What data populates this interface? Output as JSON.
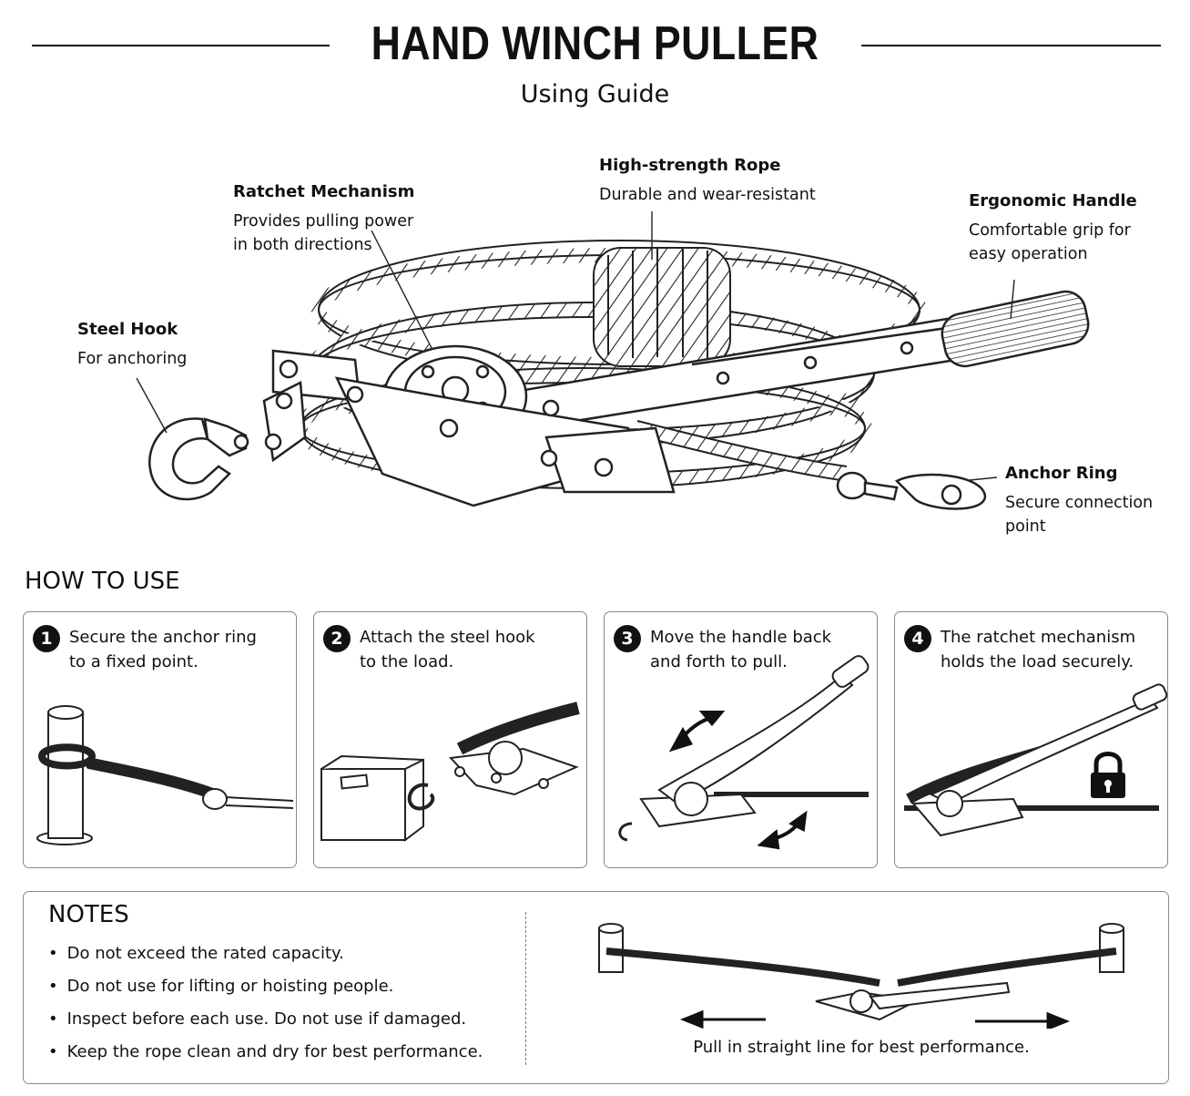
{
  "header": {
    "title": "HAND WINCH PULLER",
    "subtitle": "Using Guide"
  },
  "callouts": {
    "ratchet": {
      "title": "Ratchet Mechanism",
      "desc": "Provides pulling power\nin both directions"
    },
    "rope": {
      "title": "High-strength Rope",
      "desc": "Durable and wear-resistant"
    },
    "handle": {
      "title": "Ergonomic Handle",
      "desc": "Comfortable grip for\neasy operation"
    },
    "hook": {
      "title": "Steel Hook",
      "desc": "For anchoring"
    },
    "anchor": {
      "title": "Anchor Ring",
      "desc": "Secure connection\npoint"
    }
  },
  "how_to_use": {
    "heading": "HOW TO USE",
    "steps": [
      {
        "number": "1",
        "text": "Secure the anchor ring\nto a fixed point."
      },
      {
        "number": "2",
        "text": "Attach the steel hook\nto the load."
      },
      {
        "number": "3",
        "text": "Move the handle back\nand forth to pull."
      },
      {
        "number": "4",
        "text": "The ratchet mechanism\nholds the load securely."
      }
    ]
  },
  "notes": {
    "heading": "NOTES",
    "items": [
      "Do not exceed the rated capacity.",
      "Do not use for lifting or hoisting people.",
      "Inspect before each use. Do not use if damaged.",
      "Keep the rope clean and dry for best performance."
    ],
    "caption": "Pull in straight line for best performance."
  },
  "icons": {
    "step3": [
      "curved-double-arrow-icon",
      "curved-double-arrow-icon"
    ],
    "step4": [
      "padlock-icon"
    ],
    "notes": [
      "arrow-left-icon",
      "arrow-right-icon"
    ]
  },
  "colors": {
    "ink": "#111111",
    "border": "#888888",
    "background": "#ffffff"
  }
}
